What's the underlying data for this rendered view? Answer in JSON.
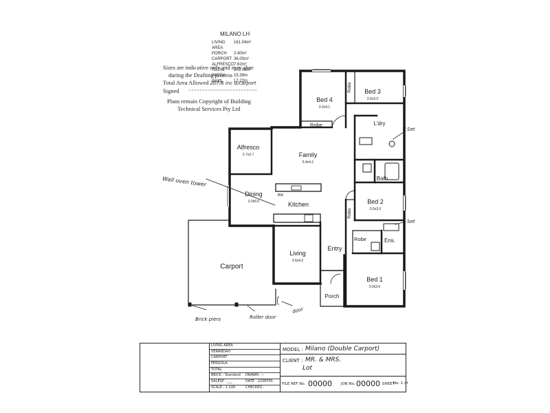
{
  "summary": {
    "title": "MILANO LH",
    "rows": [
      {
        "label": "LIVING AREA",
        "value": "161.04m²"
      },
      {
        "label": "PORCH",
        "value": "2.40m²"
      },
      {
        "label": "CARPORT",
        "value": "36.00m²"
      },
      {
        "label": "ALFRESCO",
        "value": "7.62m²"
      },
      {
        "label": "TOTAL",
        "value": "207.06m²"
      },
      {
        "label": "WIDTH",
        "value": "15.39m"
      },
      {
        "label": "depth",
        "value": "17.22m"
      }
    ]
  },
  "notes": {
    "line1": "Sizes are indicative only and may alter",
    "line2": "during the Drafting process",
    "line3": "Total Area Allowed",
    "line3_hand": "207/6 inc d/carport",
    "line4": "Signed"
  },
  "copyright": {
    "line1": "Plans remain Copyright of Building",
    "line2": "Technical Services Pty Ltd"
  },
  "rooms": {
    "bed4": {
      "name": "Bed 4",
      "size": "3.0x4.1"
    },
    "bed3": {
      "name": "Bed 3",
      "size": "3.0x3.0"
    },
    "robe_top": "Robe",
    "robe_bed4": "Robe",
    "ldry": "L'dry",
    "bath": "Bath",
    "alfresco": {
      "name": "Alfresco",
      "size": "2.7x2.7"
    },
    "family": {
      "name": "Family",
      "size": "5.4x4.1"
    },
    "dining": {
      "name": "Dining",
      "size": "3.0x6.0"
    },
    "kitchen": "Kitchen",
    "bed2": {
      "name": "Bed 2",
      "size": "3.0x3.0"
    },
    "robe_bed2": "Robe",
    "robe_bed1": "Robe",
    "ens": "Ens.",
    "living": {
      "name": "Living",
      "size": "3.6x4.2"
    },
    "entry": "Entry",
    "carport": "Carport",
    "bed1": {
      "name": "Bed 1",
      "size": "3.0x3.6"
    },
    "porch": "Porch",
    "bw": "BW"
  },
  "handwritten": {
    "wall_oven": "Wall oven tower",
    "brick_piers": "Brick piers",
    "roller_door": "Roller door",
    "door": "door",
    "set1": "Set",
    "set2": "Set"
  },
  "titleblock": {
    "left_rows": [
      {
        "a": "LIVING AREA",
        "b": ""
      },
      {
        "a": "VERANDAH",
        "b": ""
      },
      {
        "a": "CARPORT",
        "b": ""
      },
      {
        "a": "PERGOLA",
        "b": ""
      },
      {
        "a": "TOTAL",
        "b": ""
      },
      {
        "a": "BRICK : Standard",
        "b": "DRAWN : --"
      },
      {
        "a": "SALESP : ___",
        "b": "DATE : 22SEP05"
      },
      {
        "a": "SCALE : 1:100",
        "b": "CHECKED :"
      }
    ],
    "model_label": "MODEL :",
    "model_value": "Milano (Double Carport)",
    "client_label": "CLIENT :",
    "client_value": "MR. & MRS.",
    "lot_label": "Lot",
    "file_ref_label": "FILE REF No.",
    "file_ref_value": "00000",
    "job_no_label": "JOB No.",
    "job_no_value": "00000",
    "sheet_label": "SHEET",
    "sheet_value": "No. 1 of"
  }
}
